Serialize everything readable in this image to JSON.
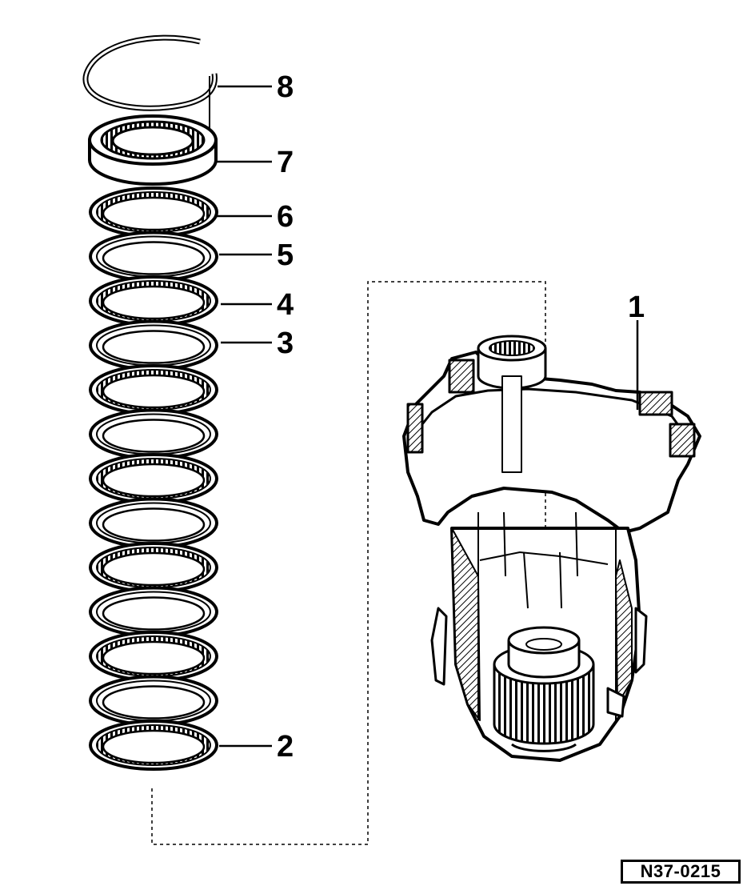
{
  "diagram": {
    "callouts": [
      {
        "id": "8",
        "label": "8"
      },
      {
        "id": "7",
        "label": "7"
      },
      {
        "id": "6",
        "label": "6"
      },
      {
        "id": "5",
        "label": "5"
      },
      {
        "id": "4",
        "label": "4"
      },
      {
        "id": "3",
        "label": "3"
      },
      {
        "id": "2",
        "label": "2"
      },
      {
        "id": "1",
        "label": "1"
      }
    ],
    "reference_code": "N37-0215",
    "colors": {
      "ink": "#000000",
      "background": "#ffffff"
    }
  }
}
